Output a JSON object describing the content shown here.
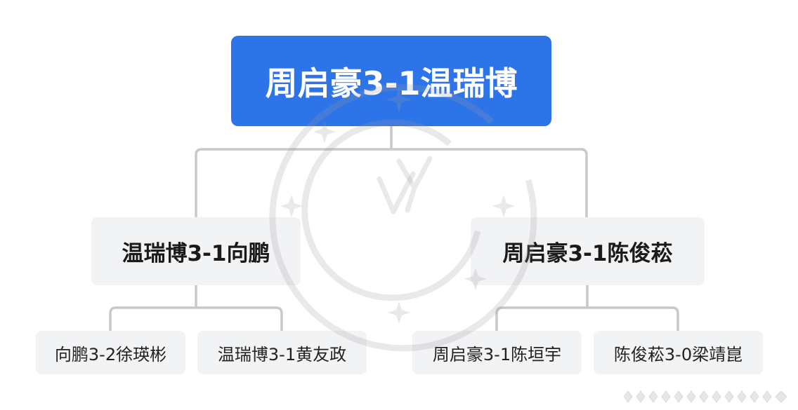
{
  "diagram": {
    "root": {
      "label": "周启豪3-1温瑞博"
    },
    "left": {
      "label": "温瑞博3-1向鹏",
      "children": [
        {
          "label": "向鹏3-2徐瑛彬"
        },
        {
          "label": "温瑞博3-1黄友政"
        }
      ]
    },
    "right": {
      "label": "周启豪3-1陈俊菘",
      "children": [
        {
          "label": "周启豪3-1陈垣宇"
        },
        {
          "label": "陈俊菘3-0梁靖崑"
        }
      ]
    }
  },
  "colors": {
    "root_fill": "#2c74e8",
    "node_fill": "#f2f3f5",
    "connector": "#c8c8c8"
  },
  "icons": {
    "watermark": "watermark-emblem-icon",
    "more": "progress-dots-icon"
  }
}
